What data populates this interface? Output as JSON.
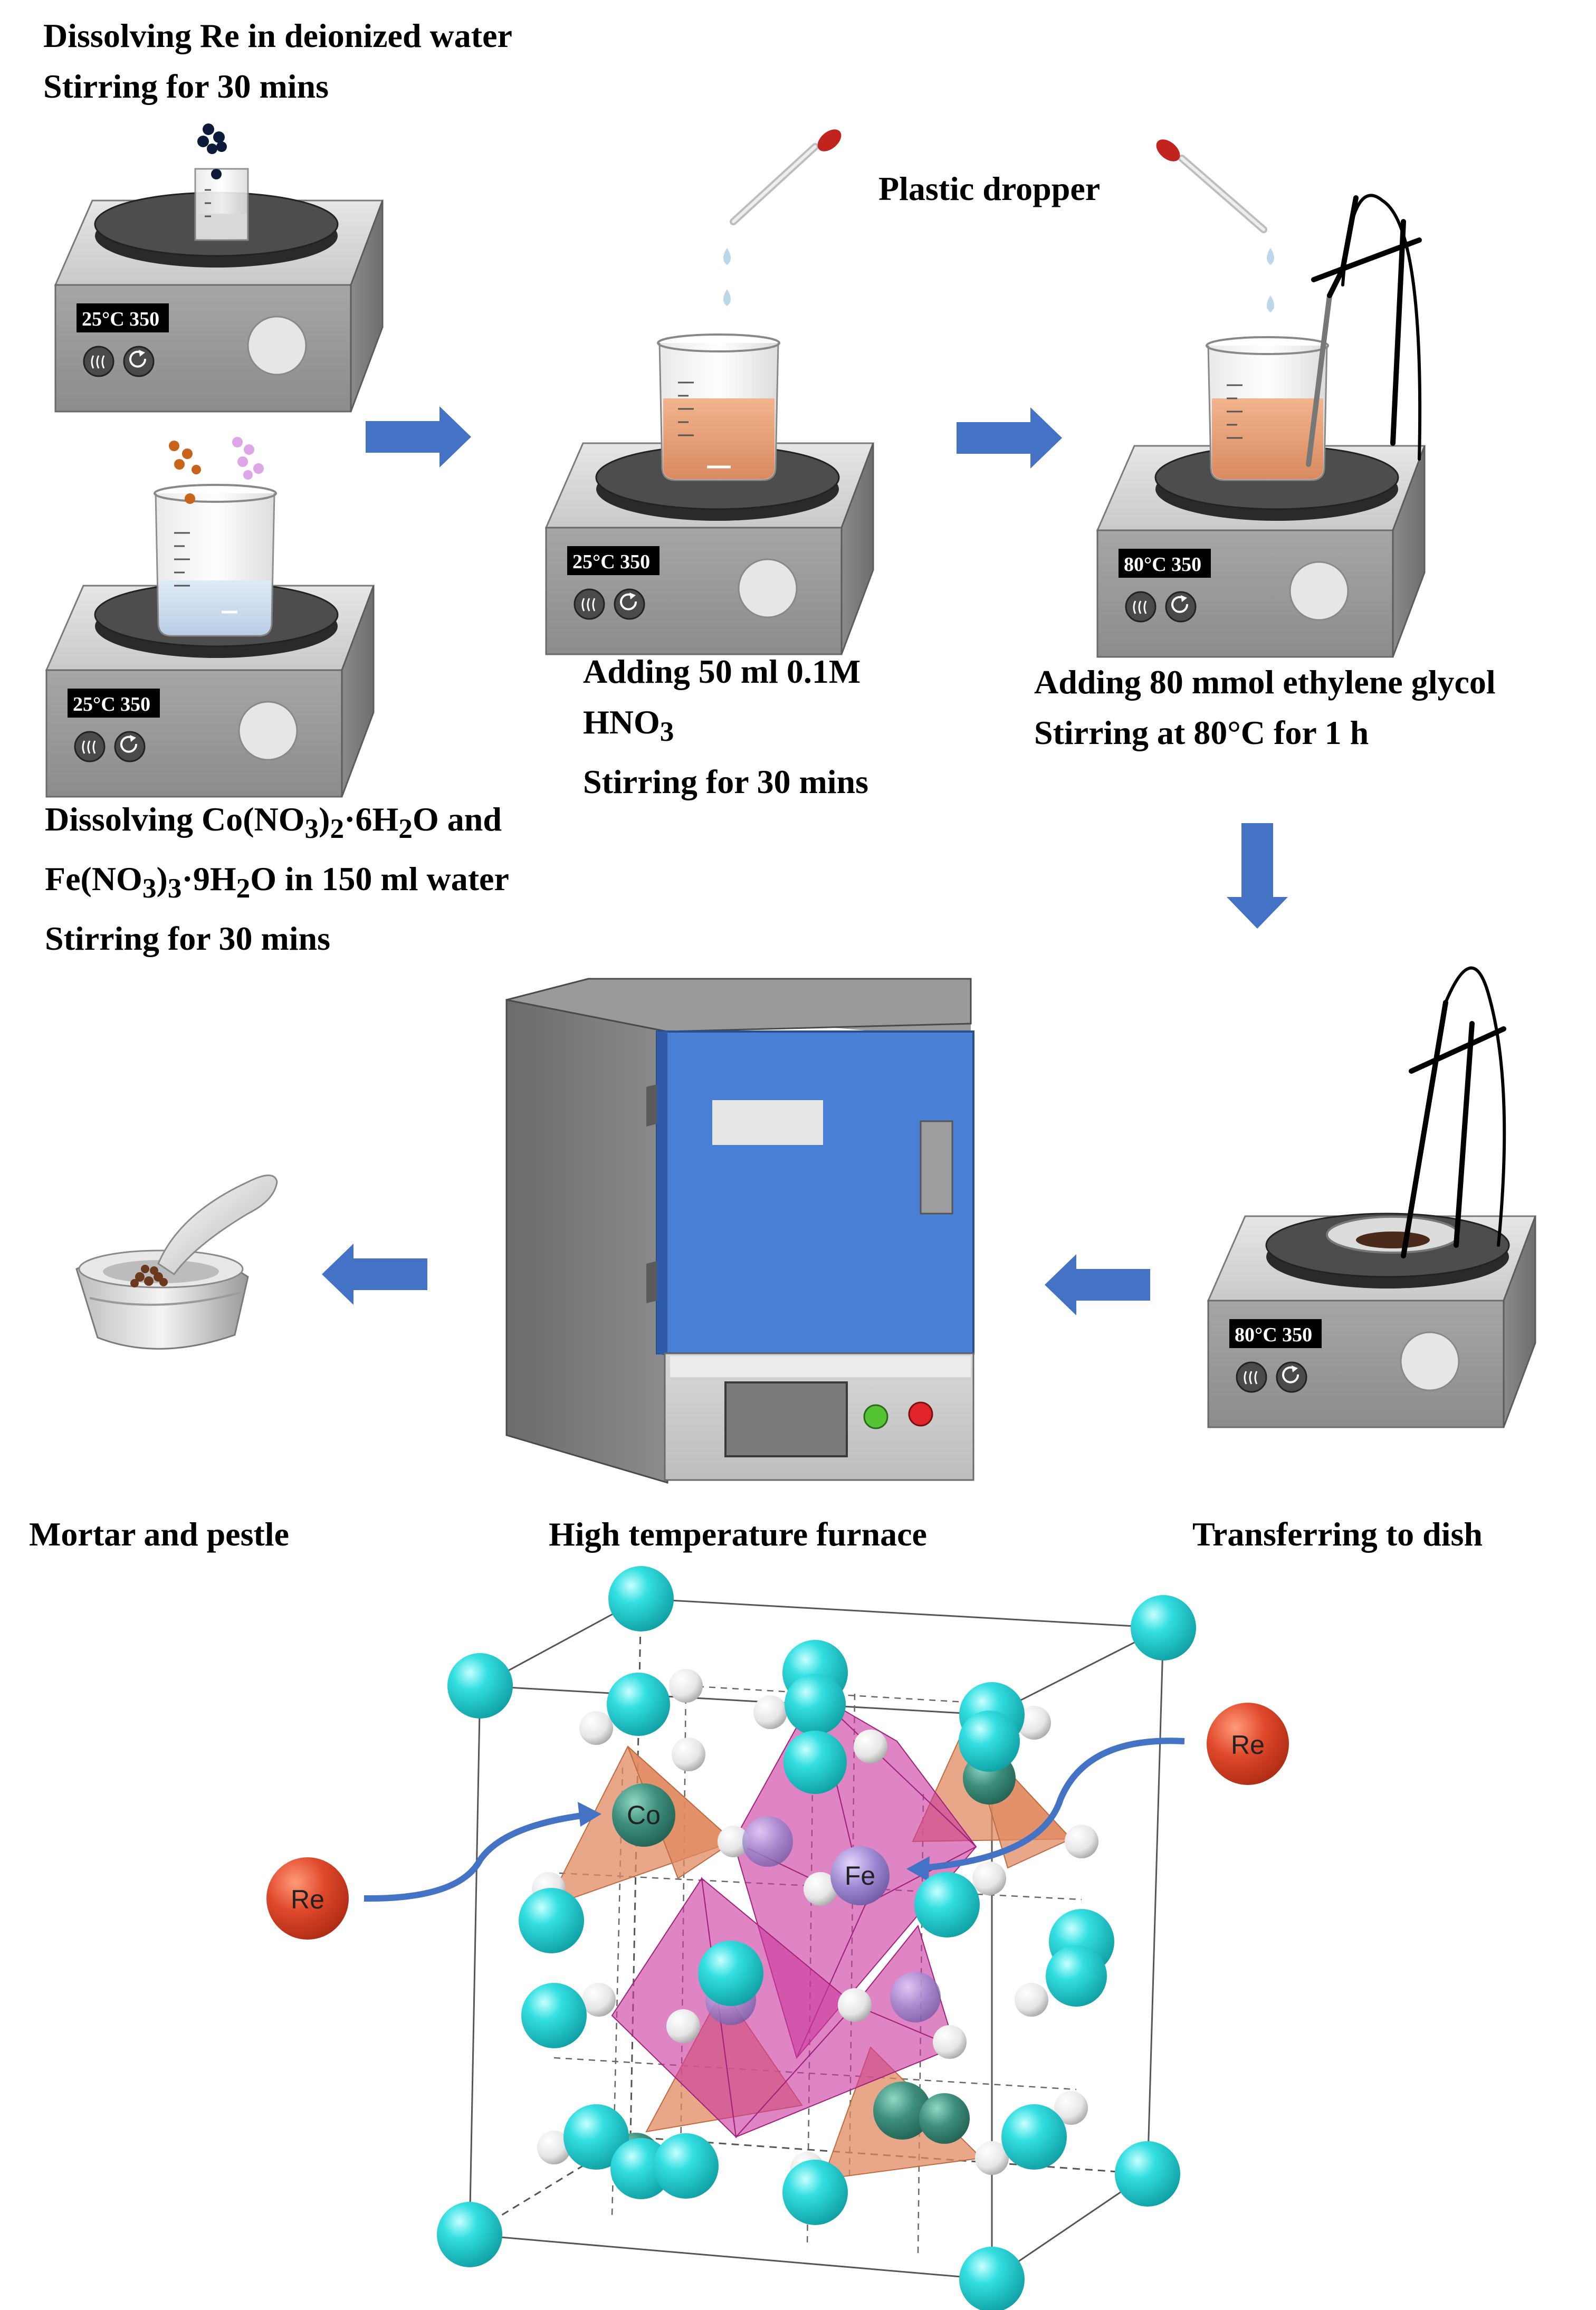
{
  "steps": {
    "dissolve_re": {
      "line1": "Dissolving Re in deionized water",
      "line2": "Stirring for 30 mins"
    },
    "dissolve_cofe": {
      "line1_a": "Dissolving Co(NO",
      "line1_sub1": "3",
      "line1_b": ")",
      "line1_sub2": "2",
      "line1_c": "·6H",
      "line1_sub3": "2",
      "line1_d": "O and",
      "line2_a": "Fe(NO",
      "line2_sub1": "3",
      "line2_b": ")",
      "line2_sub2": "3",
      "line2_c": "·9H",
      "line2_sub3": "2",
      "line2_d": "O in 150 ml water",
      "line3": "Stirring for 30 mins"
    },
    "add_hno3": {
      "line1": "Adding 50 ml 0.1M",
      "line2_a": "HNO",
      "line2_sub": "3",
      "line3": "Stirring for 30 mins"
    },
    "add_eg": {
      "line1": "Adding 80 mmol ethylene glycol",
      "line2": "Stirring at 80°C for 1 h"
    },
    "dropper": "Plastic dropper",
    "mortar": "Mortar and pestle",
    "furnace": "High temperature furnace",
    "dish": "Transferring to dish"
  },
  "stirrer_panels": {
    "p1": "25°C 350",
    "p2": "25°C 350",
    "p3": "25°C 350",
    "p4": "80°C 350",
    "p5": "80°C 350"
  },
  "atoms": {
    "re_left": "Re",
    "re_right": "Re",
    "co": "Co",
    "fe": "Fe"
  },
  "colors": {
    "arrow": "#4472C4",
    "furnace_door": "#4472C4",
    "cyan_atom": "#26d0d4",
    "re_atom": "#e04a2a",
    "co_atom": "#3a8a78",
    "fe_atom": "#9b82c8",
    "tetra": "#e08a60",
    "octa": "#c8409a",
    "solution": "#e8a27c"
  }
}
